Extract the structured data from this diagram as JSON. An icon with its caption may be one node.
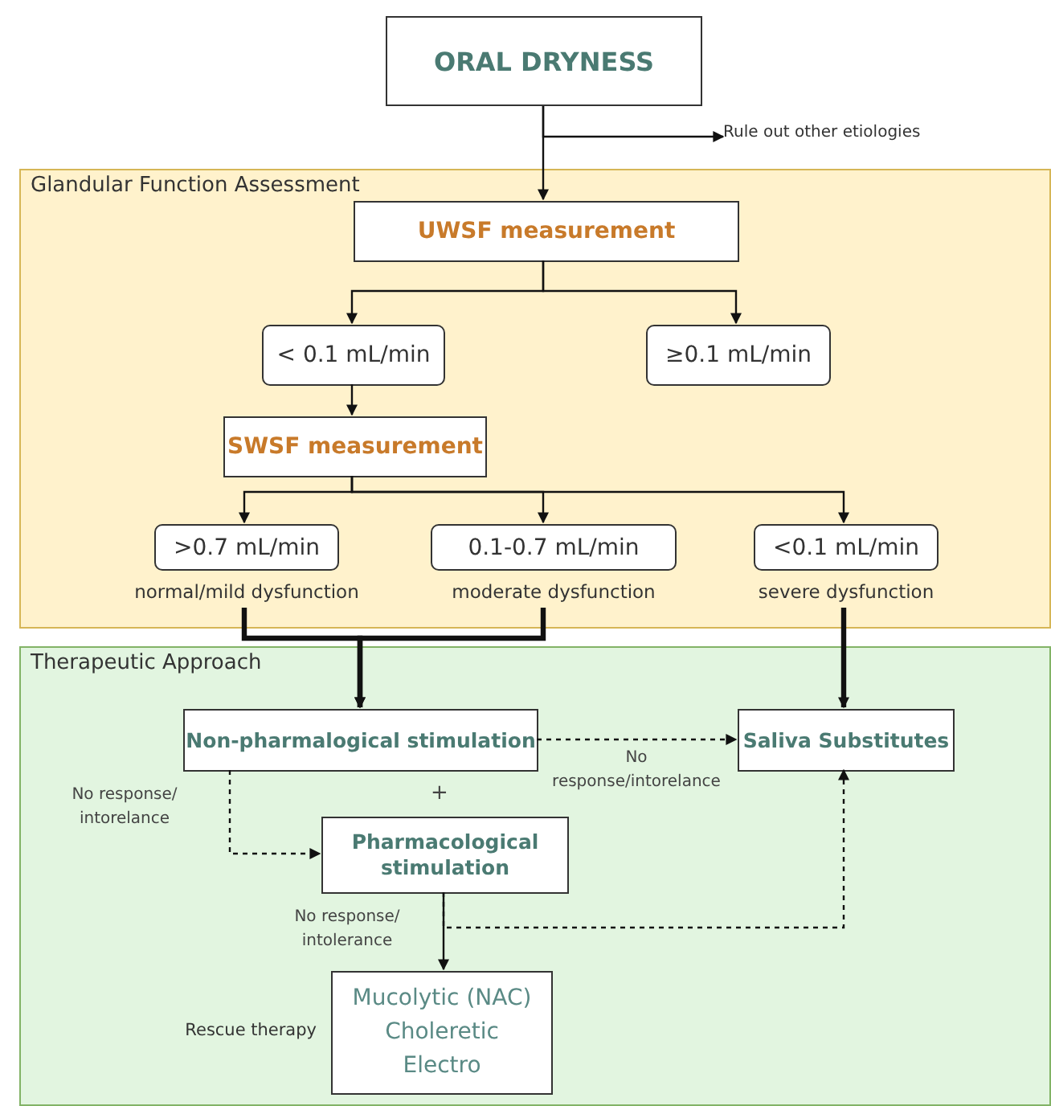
{
  "diagram": {
    "nodes": [
      {
        "text": [
          "ORAL DRYNESS"
        ]
      },
      {
        "text": [
          "Rule out other etiologies"
        ]
      },
      {
        "text": [
          "Glandular Function Assessment"
        ]
      },
      {
        "text": [
          "UWSF measurement"
        ],
        "in": 2
      },
      {
        "text": [
          "< 0.1 mL/min"
        ],
        "in": 2
      },
      {
        "text": [
          "≥0.1 mL/min"
        ],
        "in": 2
      },
      {
        "text": [
          "SWSF measurement"
        ],
        "in": 2
      },
      {
        "text": [
          ">0.7 mL/min"
        ],
        "beside": [
          "normal/mild dysfunction"
        ],
        "in": 2
      },
      {
        "text": [
          "0.1-0.7 mL/min"
        ],
        "beside": [
          "moderate dysfunction"
        ],
        "in": 2
      },
      {
        "text": [
          "<0.1 mL/min"
        ],
        "beside": [
          "severe dysfunction"
        ],
        "in": 2
      },
      {
        "text": [
          "Therapeutic Approach"
        ]
      },
      {
        "text": [
          "Non-pharmalogical stimulation"
        ],
        "in": 10
      },
      {
        "text": [
          "Saliva Substitutes"
        ],
        "in": 10
      },
      {
        "text": [
          "Pharmacological stimulation"
        ],
        "in": 10
      },
      {
        "text": [
          "Mucolytic (NAC) Choleretic Electro"
        ],
        "beside": [
          "Rescue therapy"
        ],
        "in": 10
      }
    ],
    "edges": [
      {
        "from": 0,
        "to": 1,
        "arrow": "to"
      },
      {
        "from": 0,
        "to": 3,
        "arrow": "to"
      },
      {
        "from": 3,
        "to": 4,
        "arrow": "to"
      },
      {
        "from": 3,
        "to": 5,
        "arrow": "to"
      },
      {
        "from": 4,
        "to": 6,
        "arrow": "to"
      },
      {
        "from": 6,
        "to": 7,
        "arrow": "to"
      },
      {
        "from": 6,
        "to": 8,
        "arrow": "to"
      },
      {
        "from": 6,
        "to": 9,
        "arrow": "to"
      },
      {
        "from": 7,
        "to": 11,
        "arrow": "to",
        "style": "thick"
      },
      {
        "from": 8,
        "to": 11,
        "arrow": "to",
        "style": "thick"
      },
      {
        "from": 9,
        "to": 12,
        "arrow": "to",
        "style": "thick"
      },
      {
        "from": 11,
        "to": 12,
        "arrow": "to",
        "style": "dashed",
        "label": "No response/intorelance"
      },
      {
        "from": 11,
        "to": 13,
        "arrow": "to",
        "style": "dashed",
        "label": "No response/ intorelance"
      },
      {
        "from": 13,
        "to": 14,
        "arrow": "to",
        "label": "No response/ intolerance"
      },
      {
        "from": 13,
        "to": 12,
        "arrow": "to",
        "style": "dashed"
      }
    ],
    "labels": [
      "+"
    ]
  }
}
